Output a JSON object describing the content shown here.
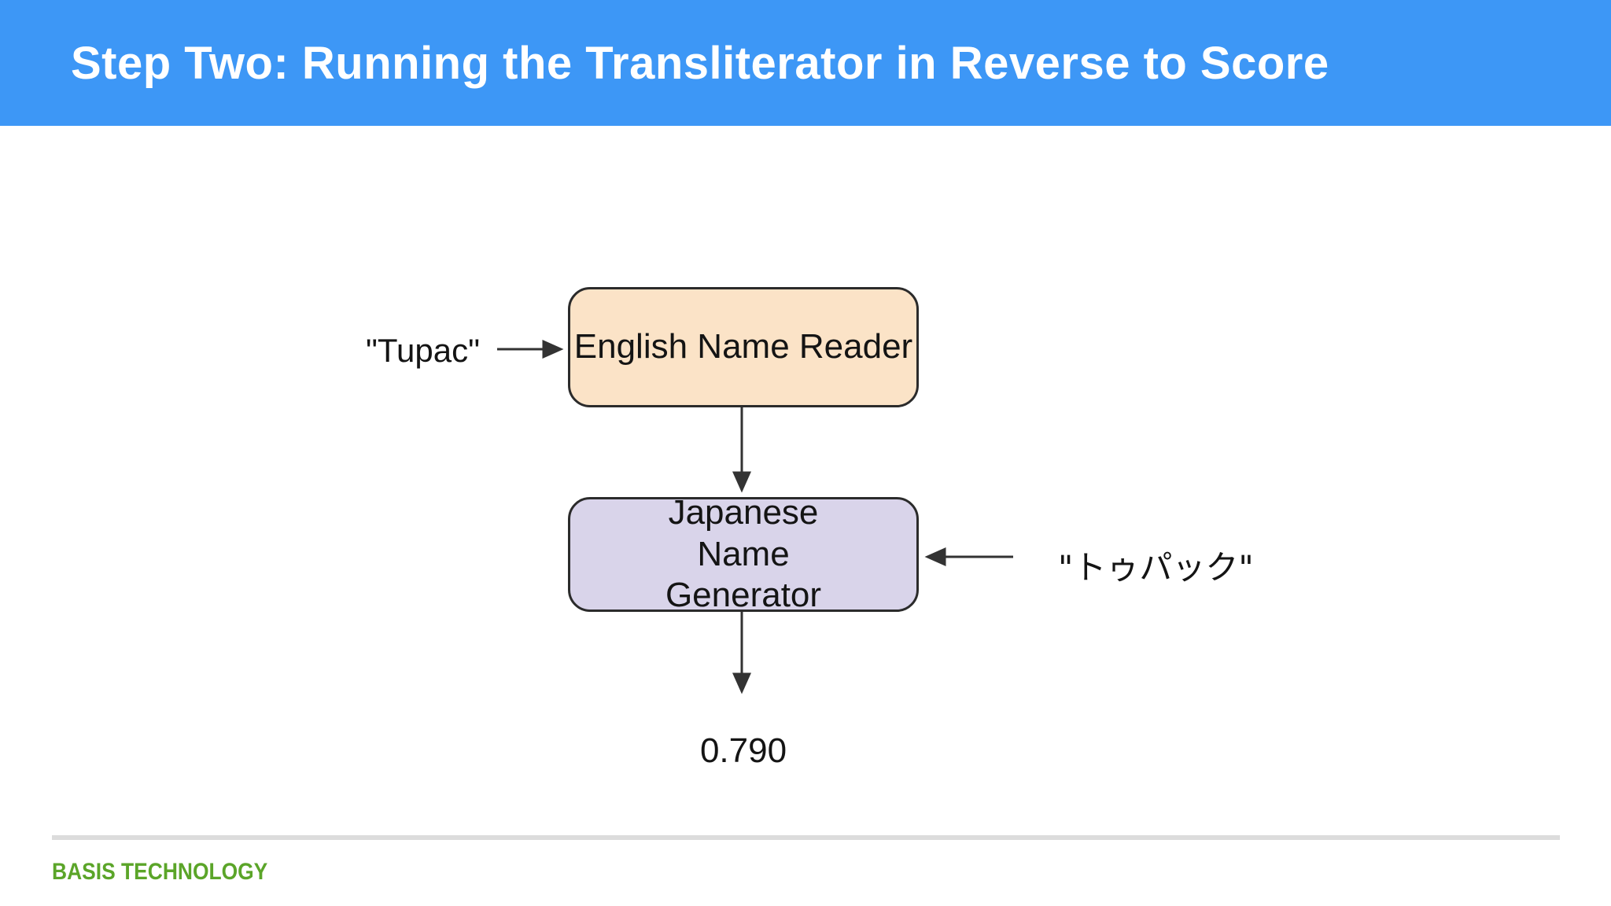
{
  "header": {
    "title": "Step Two: Running the Transliterator in Reverse to Score",
    "background_color": "#3d97f6",
    "text_color": "#ffffff"
  },
  "diagram": {
    "input_label": "\"Tupac\"",
    "nodes": [
      {
        "id": "english-name-reader",
        "label": "English Name Reader",
        "fill": "#fbe3c7",
        "border_color": "#2b2b2b"
      },
      {
        "id": "japanese-name-generator",
        "label": "Japanese Name Generator",
        "fill": "#d9d4ea",
        "border_color": "#2b2b2b"
      }
    ],
    "reverse_input_label": "\"トゥパック\"",
    "score_label": "0.790",
    "arrow_color": "#333333"
  },
  "footer": {
    "brand": "BASIS TECHNOLOGY",
    "brand_color": "#5ba529",
    "divider_color": "#dcdcdc"
  }
}
